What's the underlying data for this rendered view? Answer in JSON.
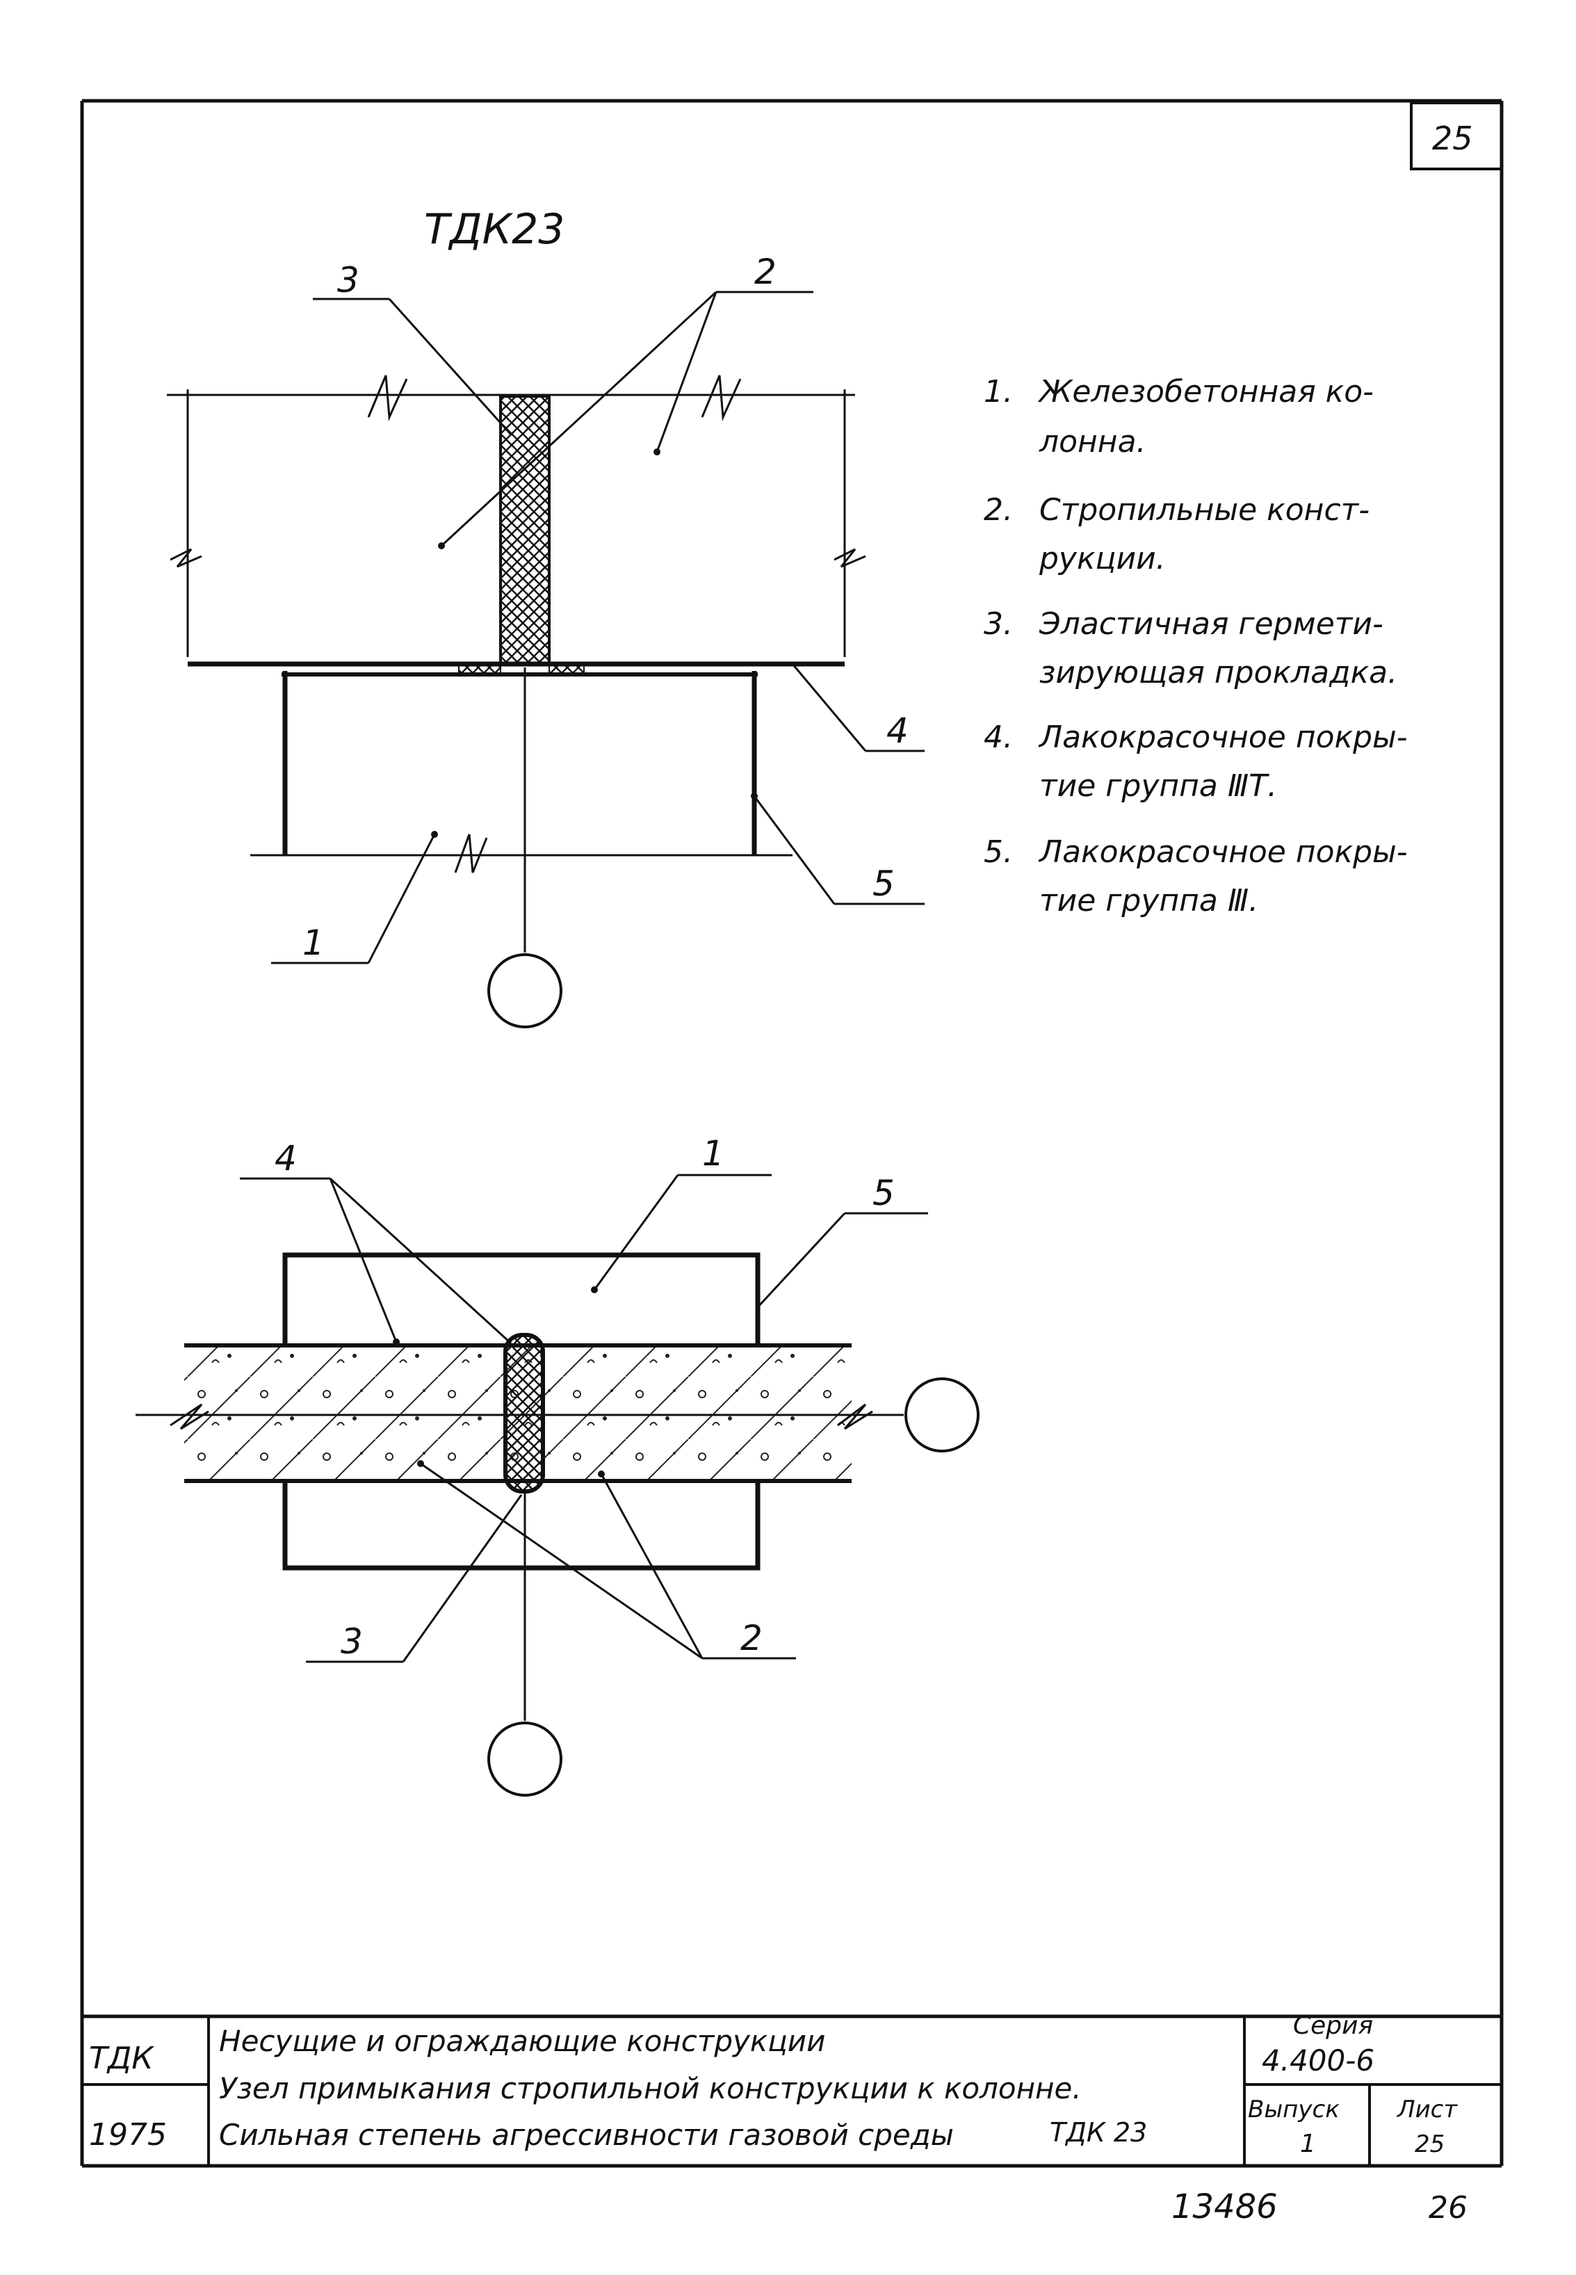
{
  "sheet": {
    "page_number": "25",
    "title": "ТДК23",
    "legend": [
      {
        "num": "1.",
        "lines": [
          "Железобетонная ко-",
          "лонна."
        ]
      },
      {
        "num": "2.",
        "lines": [
          "Стропильные конст-",
          "рукции."
        ]
      },
      {
        "num": "3.",
        "lines": [
          "Эластичная гермети-",
          "зирующая прокладка."
        ]
      },
      {
        "num": "4.",
        "lines": [
          "Лакокрасочное покры-",
          "тие группа ⅢТ."
        ]
      },
      {
        "num": "5.",
        "lines": [
          "Лакокрасочное покры-",
          "тие группа Ⅲ."
        ]
      }
    ]
  },
  "detail_top": {
    "callouts": {
      "c3": "3",
      "c2": "2",
      "c4": "4",
      "c5": "5",
      "c1": "1"
    }
  },
  "detail_bottom": {
    "callouts": {
      "c4": "4",
      "c1": "1",
      "c5": "5",
      "c3": "3",
      "c2": "2"
    }
  },
  "title_block": {
    "code": "ТДК",
    "year": "1975",
    "line1": "Несущие и ограждающие конструкции",
    "line2": "Узел примыкания стропильной конструкции к колонне.",
    "line3": "Сильная степень агрессивности газовой среды",
    "sheet_code": "ТДК 23",
    "series_label": "Серия",
    "series_value": "4.400-6",
    "issue_label": "Выпуск",
    "issue_value": "1",
    "sheet_label": "Лист",
    "sheet_value": "25"
  },
  "footer": {
    "inventory": "13486",
    "page": "26"
  }
}
